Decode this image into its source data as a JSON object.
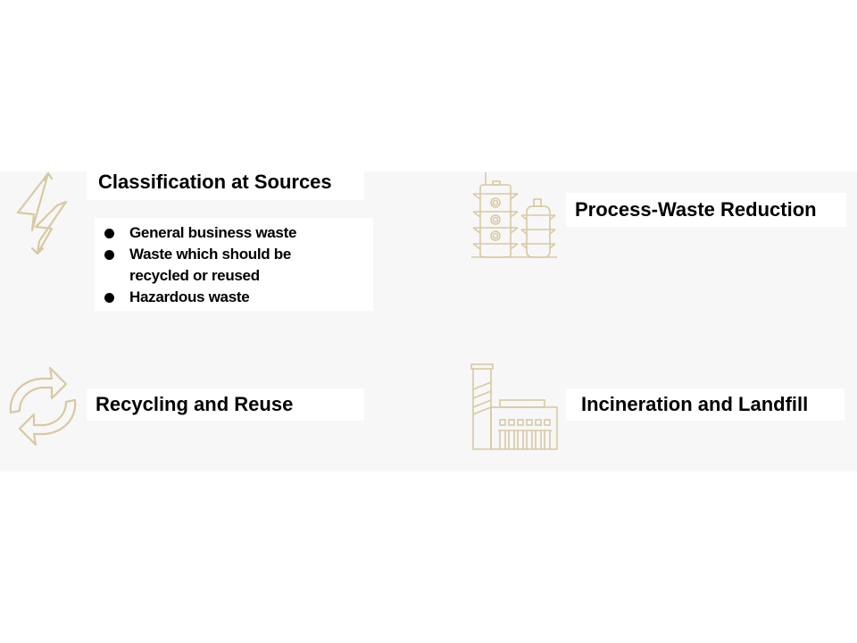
{
  "slide": {
    "accent_color": "#d8c9a3",
    "band_color": "#f7f7f7"
  },
  "items": {
    "classification": {
      "title": "Classification at Sources",
      "icon": "lightning-icon",
      "bullets": [
        "General business waste",
        "Waste which should be recycled or reused",
        "Hazardous waste"
      ]
    },
    "process": {
      "title": "Process-Waste Reduction",
      "icon": "refinery-towers-icon"
    },
    "recycling": {
      "title": "Recycling and Reuse",
      "icon": "recycle-arrows-icon"
    },
    "incineration": {
      "title": "Incineration and Landfill",
      "icon": "factory-icon"
    }
  }
}
